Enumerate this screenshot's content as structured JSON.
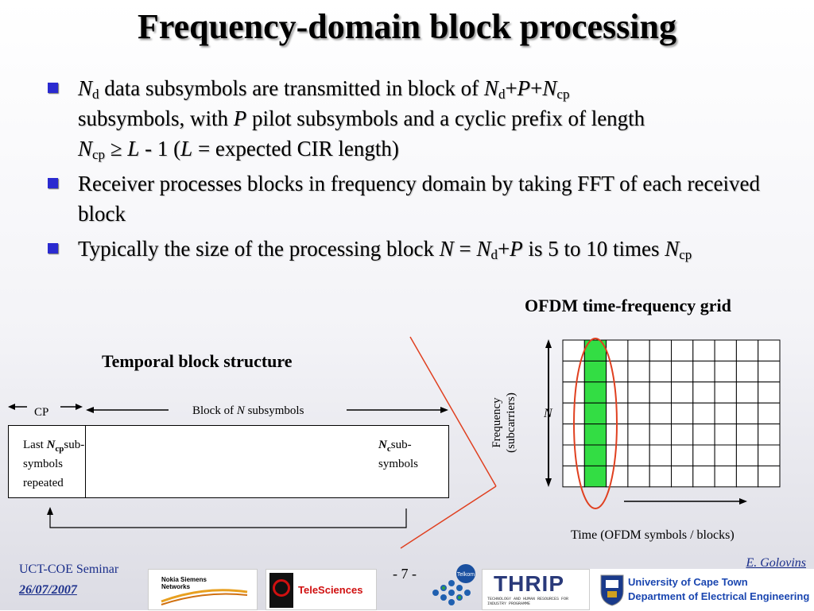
{
  "title": "Frequency-domain block processing",
  "bullets": {
    "b1": {
      "n": "N",
      "d": "d",
      "t1": " data subsymbols are transmitted in block of ",
      "n2": "N",
      "d2": "d",
      "plus1": "+",
      "p": "P",
      "plus2": "+",
      "n3": "N",
      "cp": "cp",
      "t2": "subsymbols, with ",
      "p2": "P",
      "t3": " pilot subsymbols and a cyclic prefix of length",
      "n4": "N",
      "cp2": "cp",
      "t4": " ≥ ",
      "l": "L",
      "t5": " - 1 (",
      "l2": "L",
      "t6": " = expected CIR length)"
    },
    "b2": {
      "text": "Receiver processes blocks in frequency domain by taking FFT of each received block"
    },
    "b3": {
      "t1": "Typically the size of the processing block ",
      "n": "N",
      "eq": " = ",
      "n2": "N",
      "d": "d",
      "plus": "+",
      "p": "P",
      "t2": " is 5 to 10 times ",
      "n3": "N",
      "cp": "cp"
    }
  },
  "ofdm": {
    "title": "OFDM time-frequency grid",
    "ylabel_1": "Frequency",
    "ylabel_2": "(subcarriers)",
    "n_label": "N",
    "xlabel": "Time (OFDM symbols / blocks)",
    "rows": 7,
    "cols": 10,
    "highlight_col": 1,
    "highlight_color": "#33dd44",
    "ellipse_color": "#e04020"
  },
  "temporal": {
    "title": "Temporal block structure",
    "cp_label": "CP",
    "block_label_1": "Block of ",
    "block_label_n": "N",
    "block_label_2": " subsymbols",
    "left_cell_1": "Last ",
    "left_cell_n": "N",
    "left_cell_cp": "cp",
    "left_cell_2": "sub-",
    "left_cell_3": "symbols",
    "left_cell_4": "repeated",
    "right_cell_n": "N",
    "right_cell_c": "c",
    "right_cell_1": "sub-",
    "right_cell_2": "symbols"
  },
  "footer": {
    "seminar": "UCT-COE Seminar",
    "date": "26/07/2007",
    "page": "- 7 -",
    "author": "E. Golovins",
    "nsn": "Nokia Siemens Networks",
    "telesciences": "TeleSciences",
    "telkom": "Telkom",
    "thrip": "THRIP",
    "thrip_sub": "TECHNOLOGY AND HUMAN RESOURCES FOR INDUSTRY PROGRAMME",
    "uct_1": "University of Cape Town",
    "uct_2": "Department of Electrical Engineering"
  }
}
